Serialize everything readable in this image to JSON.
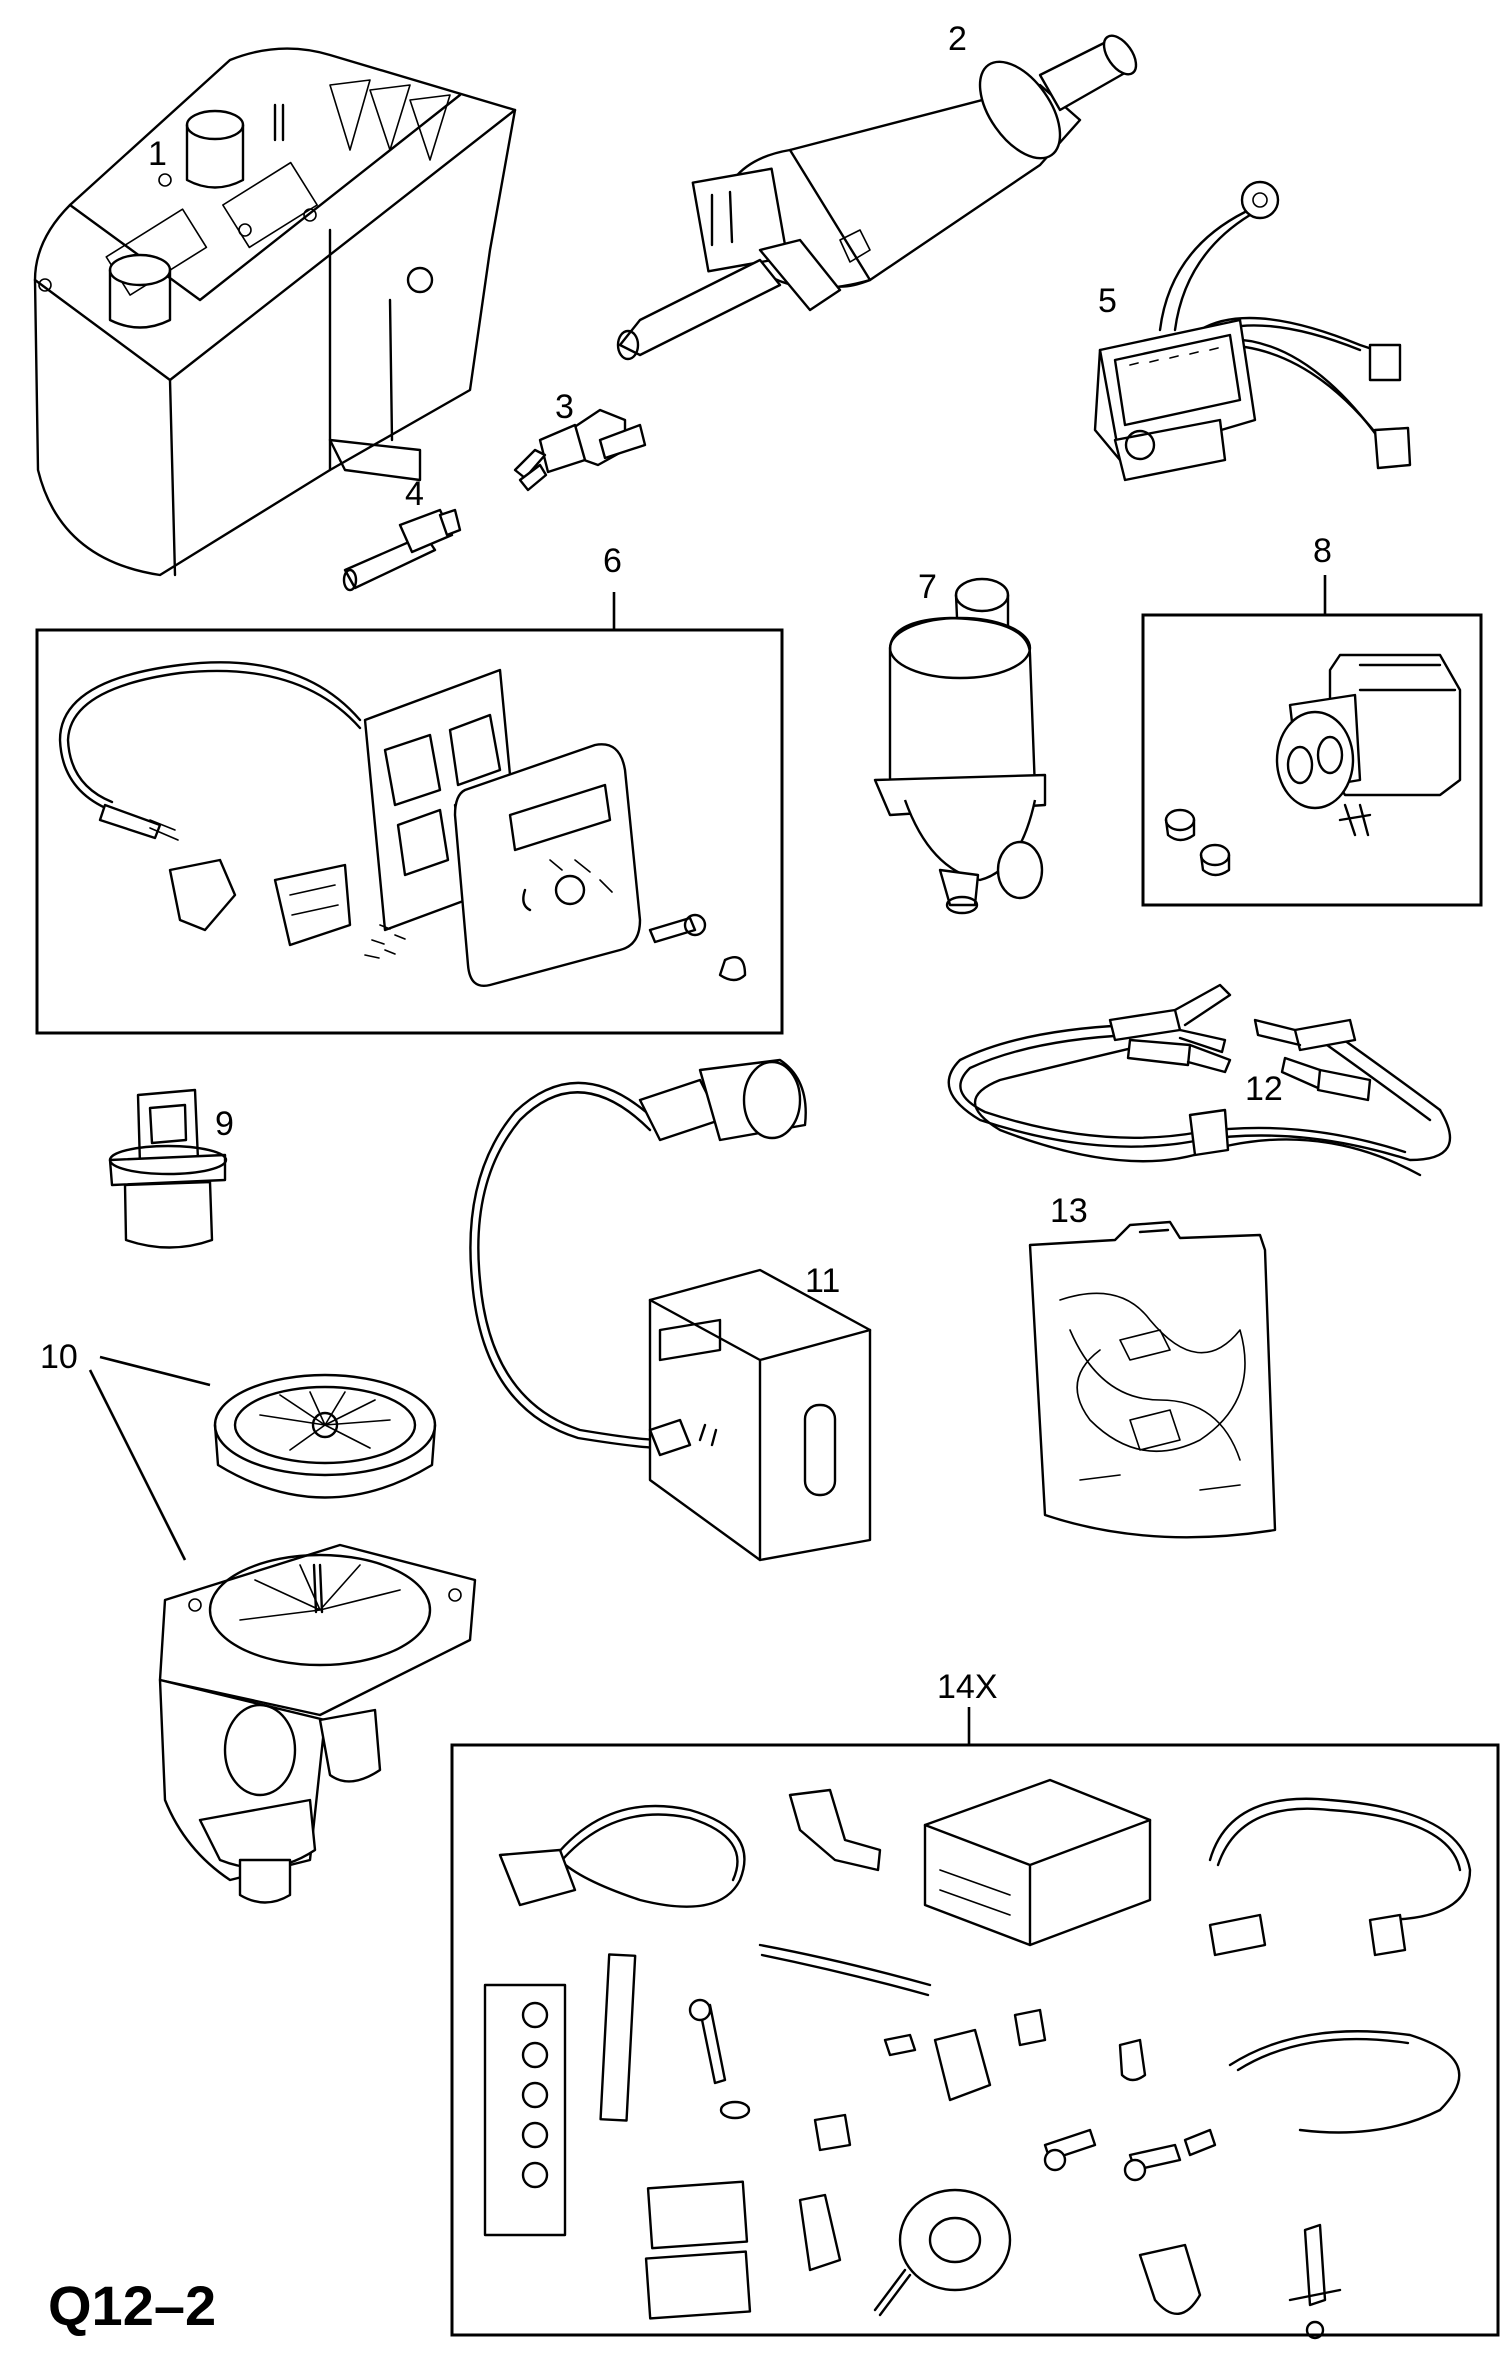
{
  "diagram": {
    "page_id": "Q12–2",
    "parts": [
      {
        "number": "1",
        "icon": "heater-unit"
      },
      {
        "number": "2",
        "icon": "fuel-pump"
      },
      {
        "number": "3",
        "icon": "temperature-sensor"
      },
      {
        "number": "4",
        "icon": "glow-plug"
      },
      {
        "number": "5",
        "icon": "wiring-harness-connector"
      },
      {
        "number": "6",
        "icon": "timer-control-kit"
      },
      {
        "number": "7",
        "icon": "coolant-pump"
      },
      {
        "number": "8",
        "icon": "connector-kit"
      },
      {
        "number": "9",
        "icon": "sensor"
      },
      {
        "number": "10",
        "icon": "blower-assembly"
      },
      {
        "number": "11",
        "icon": "control-unit-bracket"
      },
      {
        "number": "12",
        "icon": "cable-with-clips"
      },
      {
        "number": "13",
        "icon": "parts-bag"
      },
      {
        "number": "14X",
        "icon": "installation-kit"
      }
    ]
  }
}
